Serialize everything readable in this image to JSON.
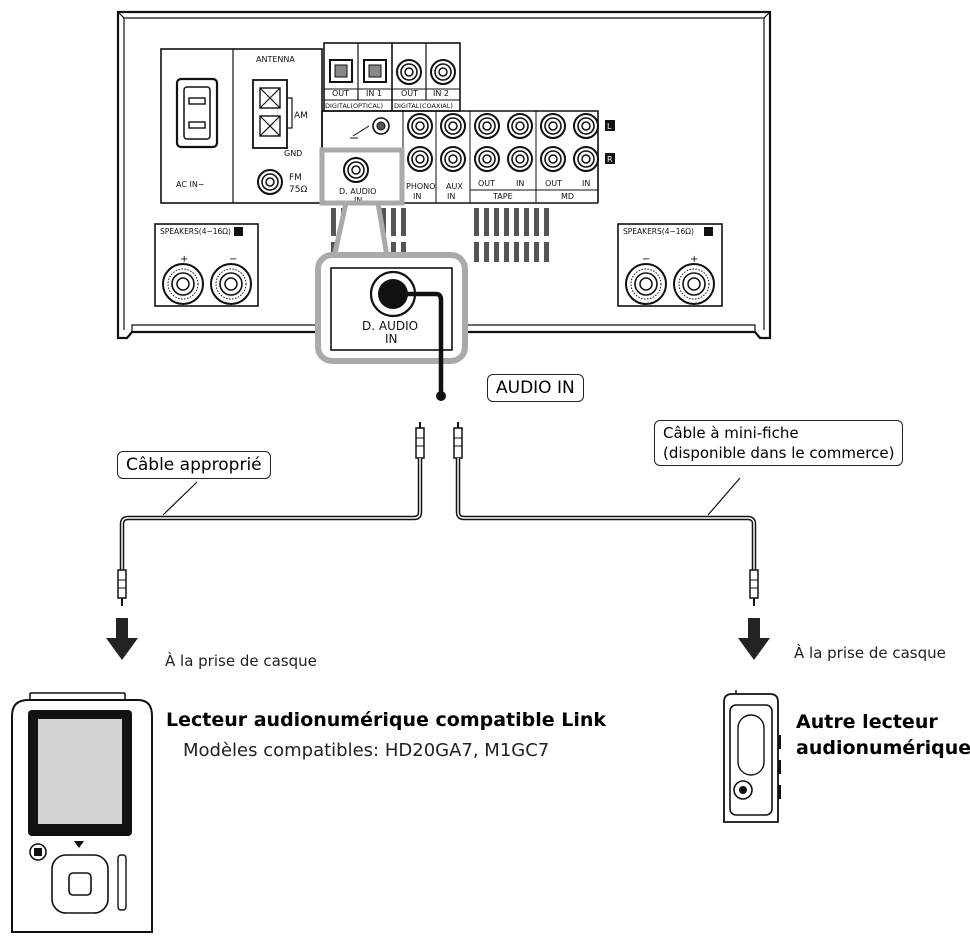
{
  "panel": {
    "antenna": "ANTENNA",
    "am": "AM",
    "gnd": "GND",
    "fm": "FM",
    "fm_ohm": "75Ω",
    "ac_in": "AC IN∼",
    "digital_out": "OUT",
    "digital_in1": "IN 1",
    "coax_out": "OUT",
    "coax_in2": "IN 2",
    "digital_optical": "DIGITAL(OPTICAL)",
    "digital_coaxial": "DIGITAL(COAXIAL)",
    "phono": "PHONO",
    "phono_in": "IN",
    "aux": "AUX",
    "aux_in": "IN",
    "tape_out": "OUT",
    "tape_in": "IN",
    "md_out": "OUT",
    "md_in": "IN",
    "tape": "TAPE",
    "md": "MD",
    "ch_l": "L",
    "ch_r": "R",
    "d_audio": "D. AUDIO",
    "d_audio_in": "IN",
    "speakers_r": "SPEAKERS(4−16Ω)",
    "speakers_l": "SPEAKERS(4−16Ω)",
    "plus": "+",
    "minus": "−"
  },
  "zoom": {
    "d_audio": "D. AUDIO",
    "d_audio_in": "IN"
  },
  "labels": {
    "audio_in": "AUDIO IN",
    "cable_left": "Câble approprié",
    "cable_right_line1": "Câble à mini-fiche",
    "cable_right_line2": "(disponible dans le commerce)",
    "dest_left": "À la prise de casque",
    "dest_right": "À la prise de casque",
    "device_left_title": "Lecteur audionumérique compatible Link",
    "device_left_models": "Modèles compatibles: HD20GA7, M1GC7",
    "device_right_title_line1": "Autre lecteur",
    "device_right_title_line2": "audionumérique"
  }
}
